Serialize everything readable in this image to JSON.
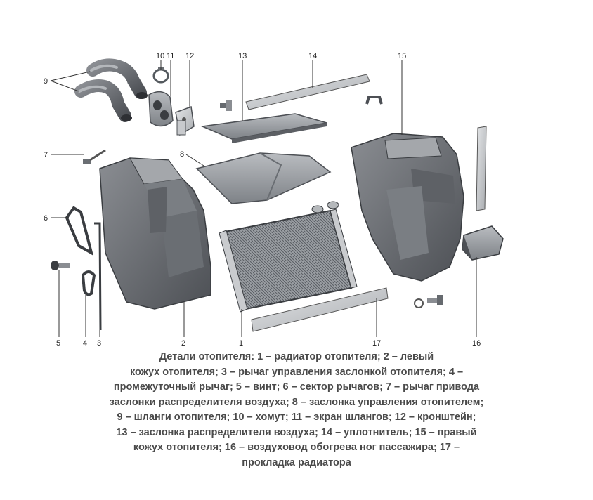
{
  "callouts": {
    "n1": "1",
    "n2": "2",
    "n3": "3",
    "n4": "4",
    "n5": "5",
    "n6": "6",
    "n7": "7",
    "n8": "8",
    "n9": "9",
    "n10": "10",
    "n11": "11",
    "n12": "12",
    "n13": "13",
    "n14": "14",
    "n15": "15",
    "n16": "16",
    "n17": "17"
  },
  "caption": {
    "lines": [
      "Детали отопителя: 1 – радиатор отопителя; 2 – левый",
      "кожух отопителя; 3 – рычаг управления заслонкой отопителя; 4 –",
      "промежуточный рычаг; 5 – винт; 6 – сектор рычагов; 7 – рычаг привода",
      "заслонки распределителя воздуха; 8 – заслонка управления отопителем;",
      "9 – шланги отопителя; 10 – хомут; 11 – экран шлангов; 12 – кронштейн;",
      "13 – заслонка распределителя воздуха; 14 – уплотнитель; 15 – правый",
      "кожух отопителя; 16 – воздуховод обогрева ног пассажира; 17 –",
      "прокладка радиатора"
    ]
  }
}
